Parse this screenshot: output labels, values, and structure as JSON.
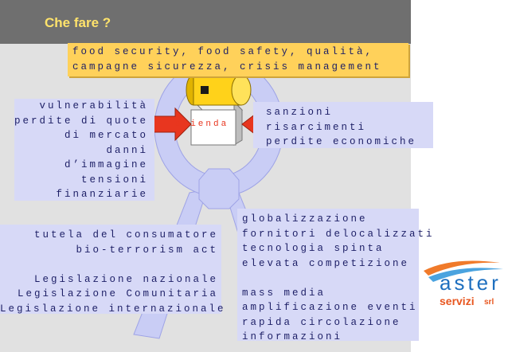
{
  "title": "Che fare ?",
  "top_box": {
    "line1": "food security, food safety, qualità,",
    "line2": "campagne sicurezza, crisis management"
  },
  "center_label": "azienda",
  "left_panel": {
    "lines": [
      "vulnerabilità",
      "perdite di quote",
      "di mercato",
      "danni",
      "d’immagine",
      "tensioni",
      "finanziarie"
    ]
  },
  "right_panel": {
    "lines": [
      "sanzioni",
      "risarcimenti",
      "perdite economiche"
    ]
  },
  "bottom_left_panel": {
    "lines": [
      "tutela del consumatore",
      "bio-terrorism act",
      "",
      "Legislazione nazionale",
      "Legislazione Comunitaria",
      "Legislazione internazionale"
    ]
  },
  "bottom_right_panel": {
    "lines": [
      "globalizzazione",
      "fornitori delocalizzati",
      "tecnologia spinta",
      "elevata competizione",
      "",
      "mass media",
      "amplificazione eventi",
      "rapida circolazione",
      "informazioni"
    ]
  },
  "logo": {
    "word1": "aster",
    "word2": "servizi",
    "word3": "srl"
  },
  "colors": {
    "title": "#ffe36b",
    "text": "#1d1f66",
    "arrow": "#e8361f",
    "panel": "#d7d9f7",
    "box": "#ffd15a"
  }
}
